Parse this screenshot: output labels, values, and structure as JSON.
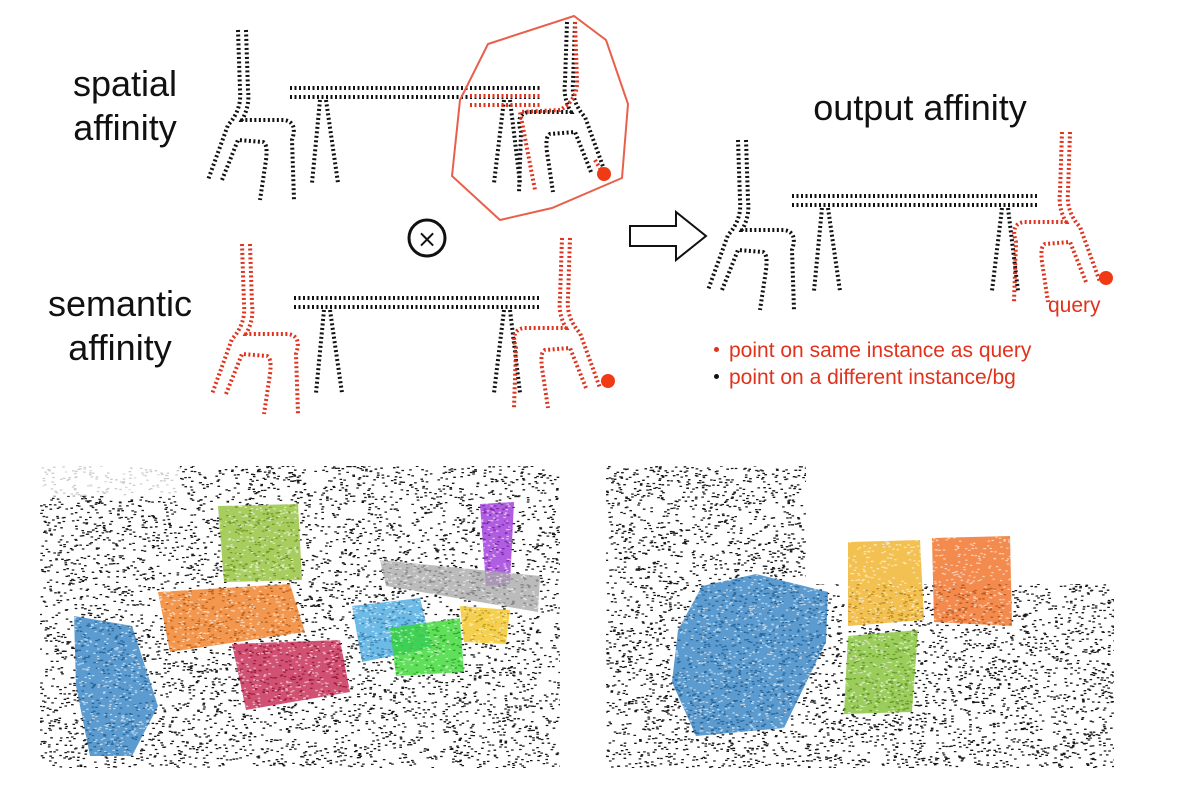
{
  "labels": {
    "spatial_line1": "spatial",
    "spatial_line2": "affinity",
    "semantic_line1": "semantic",
    "semantic_line2": "affinity",
    "output": "output affinity",
    "query": "query"
  },
  "operator_symbol": "⊗",
  "legend": [
    {
      "text": "point on same instance as query",
      "dot_color": "#e0321c"
    },
    {
      "text": "point on a different instance/bg",
      "dot_color": "#111111"
    }
  ],
  "colors": {
    "same_instance": "#e0321c",
    "different_instance": "#111111",
    "query_point": "#f03a16",
    "spatial_region": "#e8604c"
  },
  "scene_panels": [
    {
      "name": "scene-left",
      "instance_colors": [
        "#2e7fc2",
        "#f07a1e",
        "#c4204a",
        "#8fbf32",
        "#9b30d8",
        "#44a6e0",
        "#33d62c",
        "#f2c21c",
        "#a8a8a8",
        "#f0a020"
      ]
    },
    {
      "name": "scene-right",
      "instance_colors": [
        "#2e7fc2",
        "#f0b020",
        "#f06a1e",
        "#7fbf30"
      ]
    }
  ]
}
